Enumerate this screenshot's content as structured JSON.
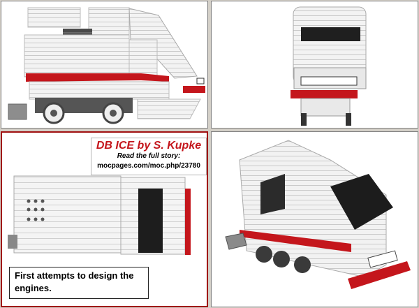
{
  "panels": {
    "side": "side-view",
    "front": "front-view",
    "top": "top-view",
    "iso": "isometric-view"
  },
  "info": {
    "title": "DB ICE by S. Kupke",
    "subtitle": "Read the full story:",
    "url": "mocpages.com/moc.php/23780"
  },
  "caption": "First attempts to design the engines.",
  "colors": {
    "accent_red": "#c4161c",
    "brick_white": "#f2f2f2",
    "brick_grey": "#9c9c9c",
    "window_dark": "#222222",
    "frame_red": "#a01010"
  }
}
